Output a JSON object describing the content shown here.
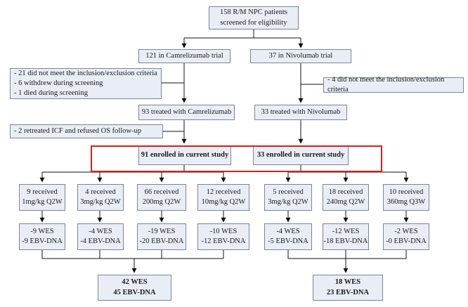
{
  "top": {
    "line1": "158 R/M NPC patients",
    "line2": "screened for eligibility"
  },
  "camrelizumab": {
    "trial": "121 in Camrelizumab trial",
    "exclusions": [
      "- 21 did not meet the inclusion/exclusion criteria",
      "- 6 withdrew during screening",
      "- 1 died during screening"
    ],
    "treated": "93 treated with Camrelizumab",
    "retreat": "- 2 retreated ICF and refused OS follow-up",
    "enrolled": "91 enrolled in current study"
  },
  "nivolumab": {
    "trial": "37 in Nivolumab trial",
    "exclusion": "- 4 did not meet the inclusion/exclusion criteria",
    "treated": "33 treated with Nivolumab",
    "enrolled": "33 enrolled in current study"
  },
  "doses": [
    {
      "line1": "9 received",
      "line2": "1mg/kg Q2W",
      "wes": "-9 WES",
      "ebv": "-9 EBV-DNA"
    },
    {
      "line1": "4 received",
      "line2": "3mg/kg Q2W",
      "wes": "-4 WES",
      "ebv": "-4 EBV-DNA"
    },
    {
      "line1": "66 received",
      "line2": "200mg Q2W",
      "wes": "-19 WES",
      "ebv": "-20 EBV-DNA"
    },
    {
      "line1": "12 received",
      "line2": "10mg/kg Q2W",
      "wes": "-10 WES",
      "ebv": "-12 EBV-DNA"
    },
    {
      "line1": "5 received",
      "line2": "3mg/kg Q2W",
      "wes": "-4 WES",
      "ebv": "-5 EBV-DNA"
    },
    {
      "line1": "18 received",
      "line2": "240mg Q2W",
      "wes": "-12 WES",
      "ebv": "-18 EBV-DNA"
    },
    {
      "line1": "10 received",
      "line2": "360mg Q3W",
      "wes": "-2 WES",
      "ebv": "-0 EBV-DNA"
    }
  ],
  "totals": {
    "left": {
      "line1": "42 WES",
      "line2": "45 EBV-DNA"
    },
    "right": {
      "line1": "18 WES",
      "line2": "23 EBV-DNA"
    }
  },
  "colors": {
    "box_fill": "#e9eef6",
    "box_border": "#7a8596",
    "highlight": "#d51f1f"
  }
}
